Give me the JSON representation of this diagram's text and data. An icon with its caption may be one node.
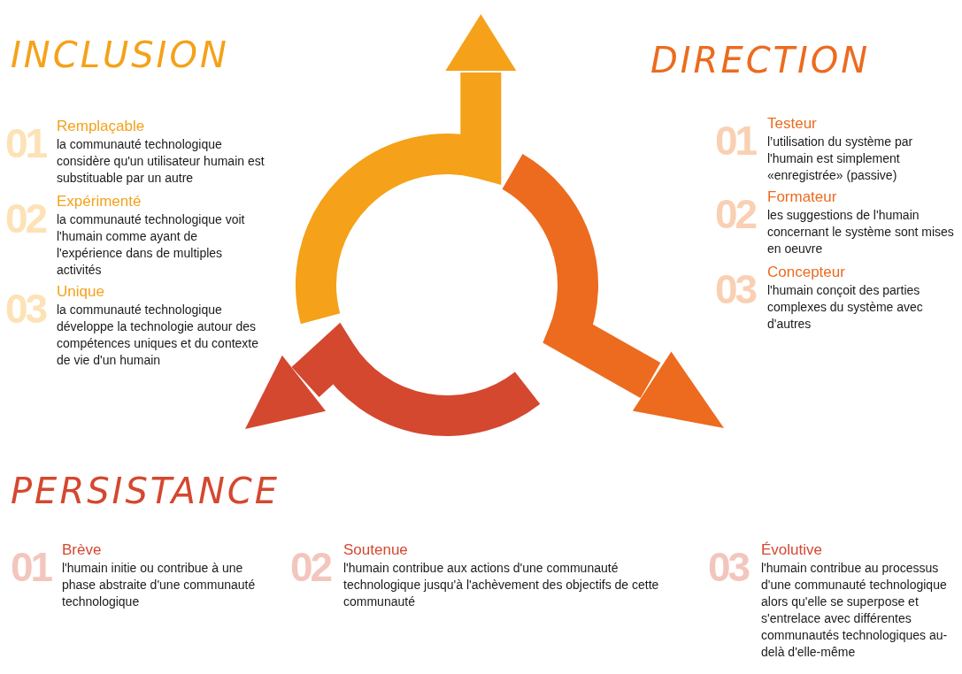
{
  "diagram": {
    "labels": [
      "INCLUSION",
      "DIRECTION",
      "01",
      "Remplaçable",
      "la communauté technologique considère qu'un utilisateur humain est substituable par un autre",
      "02",
      "Expérimenté",
      "la communauté technologique voit l'humain comme ayant de l'expérience dans de multiples activités",
      "03",
      "Unique",
      "la communauté technologique développe la technologie autour des compétences uniques et du contexte de vie d'un humain",
      "01",
      "Testeur",
      "l’utilisation du système par l'humain est simplement «enregistrée» (passive)",
      "02",
      "Formateur",
      "les suggestions de l'humain concernant le système sont mises en oeuvre",
      "03",
      "Concepteur",
      "l'humain conçoit des parties complexes du système avec d'autres",
      "PERSISTANCE",
      "01",
      "Brève",
      "l'humain initie ou contribue à une phase abstraite d'une communauté technologique",
      "02",
      "Soutenue",
      "l'humain contribue aux actions d'une communauté technologique jusqu'à l'achèvement des objectifs de cette communauté",
      "03",
      "Évolutive",
      "l'humain contribue au processus d'une communauté technologique alors qu'elle se superpose et s'entrelace avec différentes communautés technologiques au-delà d'elle-même"
    ]
  }
}
